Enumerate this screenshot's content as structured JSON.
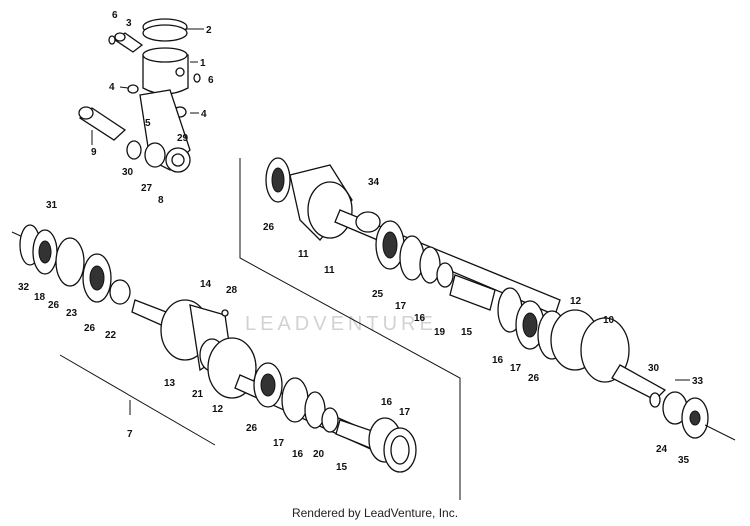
{
  "watermark": "LEADVENTURE",
  "footer": "Rendered by LeadVenture, Inc.",
  "callouts": [
    "6",
    "3",
    "2",
    "1",
    "4",
    "6",
    "5",
    "4",
    "9",
    "30",
    "27",
    "8",
    "29",
    "34",
    "26",
    "11",
    "11",
    "25",
    "17",
    "16",
    "19",
    "15",
    "12",
    "10",
    "31",
    "32",
    "18",
    "26",
    "23",
    "26",
    "22",
    "14",
    "28",
    "13",
    "21",
    "12",
    "26",
    "17",
    "16",
    "20",
    "15",
    "16",
    "17",
    "16",
    "17",
    "26",
    "30",
    "33",
    "24",
    "35",
    "7"
  ]
}
